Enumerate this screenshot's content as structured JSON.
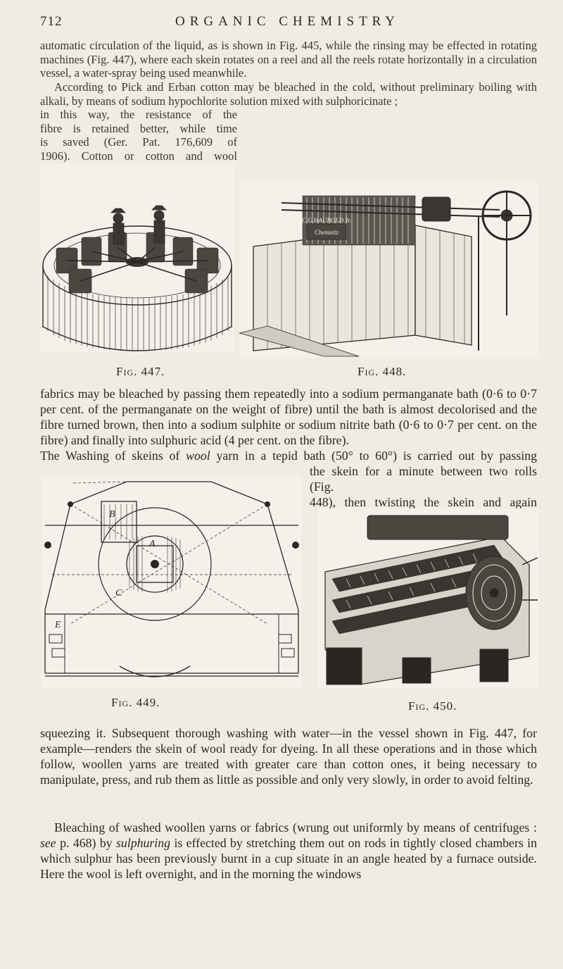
{
  "header": {
    "page_number": "712",
    "running_title": "ORGANIC CHEMISTRY"
  },
  "paragraphs": {
    "p1": "automatic circulation of the liquid, as is shown in Fig. 445, while the rinsing may be effected in rotating machines (Fig. 447), where each skein rotates on a reel and all the reels rotate horizontally in a circulation vessel, a water-spray being used meanwhile.",
    "p2": "According to Pick and Erban cotton may be bleached in the cold, without preliminary boiling with alkali, by means of sodium hypochlorite solution mixed with sulphoricinate ;",
    "p3_lines": [
      "in this way, the resistance of the",
      "fibre is retained better, while time",
      "is saved (Ger. Pat. 176,609 of",
      "1906). Cotton or cotton and wool"
    ],
    "p4": "fabrics may be bleached by passing them repeatedly into a sodium permanganate bath (0·6 to 0·7 per cent. of the permanganate on the weight of fibre) until the bath is almost decolorised and the fibre turned brown, then into a sodium sulphite or sodium nitrite bath (0·6 to 0·7 per cent. on the fibre) and finally into sulphuric acid (4 per cent. on the fibre).",
    "p5_first": "The Washing of skeins of",
    "p5_italic": "wool",
    "p5_rest": "yarn in a tepid bath (50° to 60°) is carried out by passing",
    "p5_lines": [
      "the skein for a minute between two rolls (Fig.",
      "448), then twisting the skein and again"
    ],
    "p6": "squeezing it. Subsequent thorough washing with water—in the vessel shown in Fig. 447, for example—renders the skein of wool ready for dyeing. In all these operations and in those which follow, woollen yarns are treated with greater care than cotton ones, it being necessary to manipulate, press, and rub them as little as possible and only very slowly, in order to avoid felting.",
    "p7_start": "Bleaching of washed woollen yarns or fabrics (wrung out uniformly by means of centrifuges :",
    "p7_see": "see",
    "p7_mid": "p. 468) by",
    "p7_italic": "sulphuring",
    "p7_end": "is effected by stretching them out on rods in tightly closed chambers in which sulphur has been previously burnt in a cup situate in an angle heated by a furnace outside. Here the wool is left overnight, and in the morning the windows"
  },
  "figures": {
    "fig447": {
      "caption": "Fig. 447."
    },
    "fig448": {
      "caption": "Fig. 448.",
      "plate_text": "C.G.HAUBOLD Jr.",
      "plate_text2": "Chemnitz"
    },
    "fig449": {
      "caption": "Fig. 449.",
      "labels": [
        "A",
        "B",
        "C",
        "E"
      ]
    },
    "fig450": {
      "caption": "Fig. 450."
    }
  }
}
